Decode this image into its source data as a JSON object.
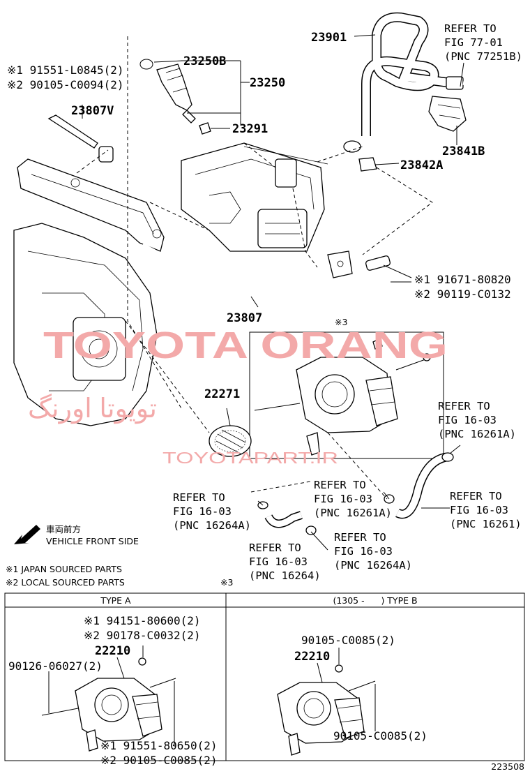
{
  "labels": {
    "p23901": "23901",
    "p23250b": "23250B",
    "p23250": "23250",
    "p23291": "23291",
    "p23807v": "23807V",
    "p23807": "23807",
    "p23841b": "23841B",
    "p23842a": "23842A",
    "p22271": "22271",
    "bolt_jp_a": "※1 91551-L0845(2)",
    "bolt_lo_a": "※2 90105-C0094(2)",
    "bolt_jp_b": "※1 91671-80820",
    "bolt_lo_b": "※2 90119-C0132",
    "note3_top": "※3",
    "note3_table": "※3"
  },
  "refs": [
    {
      "l1": "REFER TO",
      "l2": "FIG 77-01",
      "l3": "(PNC 77251B)"
    },
    {
      "l1": "REFER TO",
      "l2": "FIG 16-03",
      "l3": "(PNC 16261A)"
    },
    {
      "l1": "REFER TO",
      "l2": "FIG 16-03",
      "l3": "(PNC 16264A)"
    },
    {
      "l1": "REFER TO",
      "l2": "FIG 16-03",
      "l3": "(PNC 16261A)"
    },
    {
      "l1": "REFER TO",
      "l2": "FIG 16-03",
      "l3": "(PNC 16261)"
    },
    {
      "l1": "REFER TO",
      "l2": "FIG 16-03",
      "l3": "(PNC 16264)"
    },
    {
      "l1": "REFER TO",
      "l2": "FIG 16-03",
      "l3": "(PNC 16264A)"
    }
  ],
  "direction": {
    "jp": "車両前方",
    "en": "VEHICLE FRONT SIDE"
  },
  "footnotes": {
    "n1": "※1 JAPAN SOURCED PARTS",
    "n2": "※2 LOCAL SOURCED PARTS"
  },
  "watermark": {
    "main": "TOYOTA ORANG",
    "persian": "تویوتا اورنگ",
    "site": "TOYOTAPART.IR",
    "color": "#f3a9a9"
  },
  "table": {
    "type_a": {
      "header": "TYPE A",
      "nut_jp": "※1 94151-80600(2)",
      "nut_lo": "※2 90178-C0032(2)",
      "body": "22210",
      "stud": "90126-06027(2)",
      "bolt_jp": "※1 91551-80650(2)",
      "bolt_lo": "※2 90105-C0085(2)"
    },
    "type_b": {
      "header": "(1305 -      ) TYPE B",
      "nut": "90105-C0085(2)",
      "body": "22210",
      "bolt": "90105-C0085(2)"
    }
  },
  "figure_number": "223508"
}
